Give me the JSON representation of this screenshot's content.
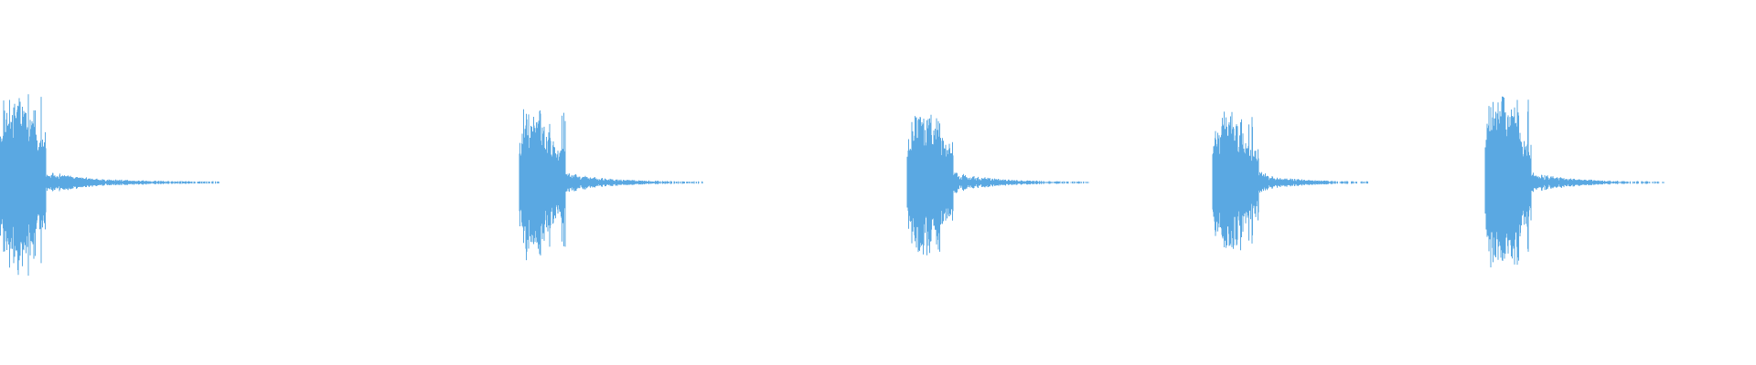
{
  "waveform": {
    "color": "#5aa8e2",
    "background": "#ffffff",
    "duration_units": 1920,
    "bursts": [
      {
        "onset": 0,
        "attack_end": 50,
        "tail_end": 240,
        "peak_amplitude": 0.52,
        "seed": 11
      },
      {
        "onset": 568,
        "attack_end": 618,
        "tail_end": 770,
        "peak_amplitude": 0.43,
        "seed": 23
      },
      {
        "onset": 992,
        "attack_end": 1042,
        "tail_end": 1190,
        "peak_amplitude": 0.42,
        "seed": 37
      },
      {
        "onset": 1326,
        "attack_end": 1376,
        "tail_end": 1496,
        "peak_amplitude": 0.4,
        "seed": 51
      },
      {
        "onset": 1624,
        "attack_end": 1674,
        "tail_end": 1820,
        "peak_amplitude": 0.5,
        "seed": 67
      }
    ]
  }
}
